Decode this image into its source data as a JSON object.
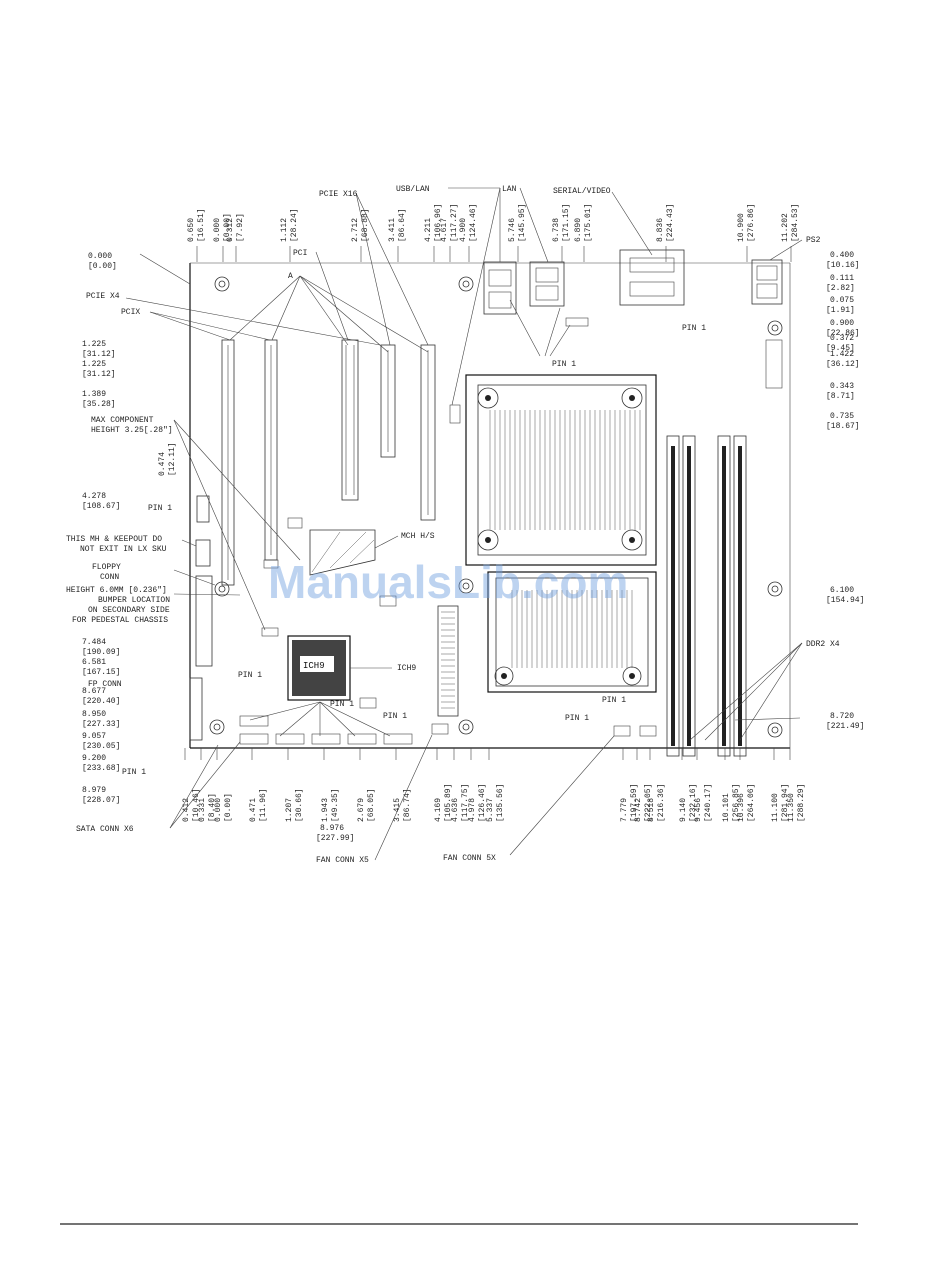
{
  "labels": {
    "usb_lan": "USB/LAN",
    "lan": "LAN",
    "serial_video": "SERIAL/VIDEO",
    "pcie_x16": "PCIE X16",
    "pci": "PCI",
    "a": "A",
    "ps2": "PS2",
    "pcie_x4": "PCIE X4",
    "pcix": "PCIX",
    "pin1": "PIN 1",
    "max_component_1": "MAX COMPONENT",
    "max_component_2": "HEIGHT 3.25[.28\"]",
    "mh_keepout_1": "THIS MH & KEEPOUT DO",
    "mh_keepout_2": "NOT EXIT IN LX SKU",
    "floppy_1": "FLOPPY",
    "floppy_2": "CONN",
    "bumper_1": "HEIGHT 6.0MM [0.236\"]",
    "bumper_2": "BUMPER LOCATION",
    "bumper_3": "ON SECONDARY SIDE",
    "bumper_4": "FOR PEDESTAL CHASSIS",
    "mch_hs": "MCH H/S",
    "ich9": "ICH9",
    "ich9_chip": "ICH9",
    "fp_conn": "FP CONN",
    "ddr2_x4": "DDR2 X4",
    "sata_conn": "SATA CONN X6",
    "fan_conn_left": "FAN CONN X5",
    "fan_conn_right": "FAN CONN 5X",
    "watermark": "ManualsLib.com"
  },
  "dims": {
    "top": [
      [
        "0.650",
        "[16.51]"
      ],
      [
        "0.000",
        "[0.00]"
      ],
      [
        "0.312",
        "[7.92]"
      ],
      [
        "1.112",
        "[28.24]"
      ],
      [
        "2.712",
        "[68.88]"
      ],
      [
        "3.411",
        "[86.64]"
      ],
      [
        "4.211",
        "[106.96]"
      ],
      [
        "4.617",
        "[117.27]"
      ],
      [
        "4.900",
        "[124.46]"
      ],
      [
        "5.746",
        "[145.95]"
      ],
      [
        "6.738",
        "[171.15]"
      ],
      [
        "6.890",
        "[175.01]"
      ],
      [
        "8.836",
        "[224.43]"
      ],
      [
        "10.900",
        "[276.86]"
      ],
      [
        "11.202",
        "[284.53]"
      ]
    ],
    "left": [
      [
        "0.000",
        "[0.00]"
      ],
      [
        "1.225",
        "[31.12]"
      ],
      [
        "1.225",
        "[31.12]"
      ],
      [
        "1.389",
        "[35.28]"
      ],
      [
        "0.474",
        "[12.11]"
      ],
      [
        "4.278",
        "[108.67]"
      ],
      [
        "7.484",
        "[190.09]"
      ],
      [
        "6.581",
        "[167.15]"
      ],
      [
        "8.677",
        "[220.40]"
      ],
      [
        "8.950",
        "[227.33]"
      ],
      [
        "9.057",
        "[230.05]"
      ],
      [
        "9.200",
        "[233.68]"
      ],
      [
        "8.979",
        "[228.07]"
      ]
    ],
    "right": [
      [
        "0.400",
        "[10.16]"
      ],
      [
        "0.111",
        "[2.82]"
      ],
      [
        "0.075",
        "[1.91]"
      ],
      [
        "0.900",
        "[22.86]"
      ],
      [
        "0.372",
        "[9.45]"
      ],
      [
        "1.422",
        "[36.12]"
      ],
      [
        "0.343",
        "[8.71]"
      ],
      [
        "0.735",
        "[18.67]"
      ],
      [
        "6.100",
        "[154.94]"
      ],
      [
        "8.720",
        "[221.49]"
      ]
    ],
    "bottom": [
      [
        "0.412",
        "[10.46]"
      ],
      [
        "0.331",
        "[8.40]"
      ],
      [
        "0.000",
        "[0.00]"
      ],
      [
        "0.471",
        "[11.96]"
      ],
      [
        "1.207",
        "[30.66]"
      ],
      [
        "1.943",
        "[49.35]"
      ],
      [
        "2.679",
        "[68.05]"
      ],
      [
        "3.415",
        "[86.74]"
      ],
      [
        "4.169",
        "[105.89]"
      ],
      [
        "4.636",
        "[117.75]"
      ],
      [
        "4.978",
        "[126.46]"
      ],
      [
        "5.337",
        "[135.56]"
      ],
      [
        "7.779",
        "[197.59]"
      ],
      [
        "8.742",
        "[222.05]"
      ],
      [
        "8.518",
        "[216.36]"
      ],
      [
        "9.140",
        "[232.16]"
      ],
      [
        "9.456",
        "[240.17]"
      ],
      [
        "10.101",
        "[256.85]"
      ],
      [
        "10.396",
        "[264.06]"
      ],
      [
        "11.100",
        "[281.94]"
      ],
      [
        "11.350",
        "[288.29]"
      ]
    ],
    "fan_dim": [
      "8.976",
      "[227.99]"
    ]
  }
}
